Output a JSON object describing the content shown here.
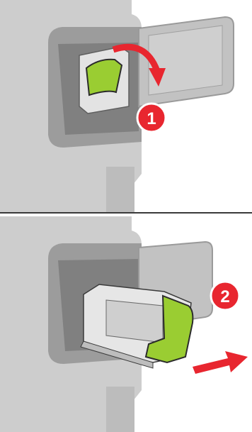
{
  "steps": [
    {
      "number": "1",
      "action": "open-cartridge-latch",
      "accent": "#e8262f"
    },
    {
      "number": "2",
      "action": "pull-out-cartridge",
      "accent": "#e8262f"
    }
  ],
  "colors": {
    "printer_body": "#c9c9c9",
    "printer_shadow": "#a9a9a9",
    "door": "#bdbdbd",
    "cartridge_latch": "#9acd32",
    "arrow": "#e8262f"
  },
  "icons": [
    "curved-arrow-icon",
    "pull-arrow-icon"
  ]
}
